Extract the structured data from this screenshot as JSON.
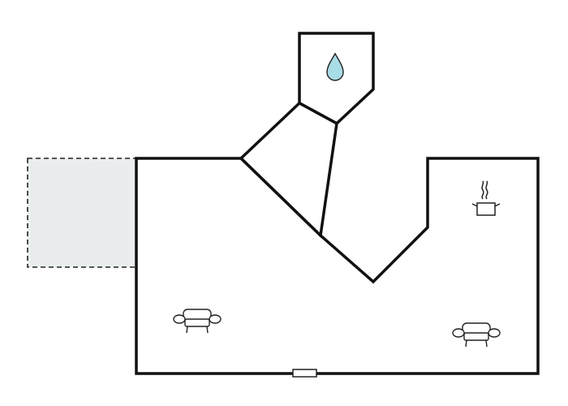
{
  "floorplan": {
    "colors": {
      "background": "#ffffff",
      "wall": "#111111",
      "terrace_fill": "#e9eded",
      "terrace_border": "#222222",
      "water_drop": "#a9dde6",
      "icon_stroke": "#222222"
    },
    "rooms": [
      {
        "kind": "living-area",
        "shape": "main-hall"
      },
      {
        "kind": "bathroom",
        "shape": "pentagon",
        "icon": "water-drop-icon"
      },
      {
        "kind": "hallway",
        "shape": "quadrilateral"
      }
    ],
    "terrace": {
      "style": "dashed"
    },
    "furniture": [
      {
        "icon": "sofa-icon",
        "room": "living-area"
      },
      {
        "icon": "sofa-icon",
        "room": "living-area"
      },
      {
        "icon": "cooking-pot-icon",
        "room": "kitchen-corner"
      }
    ],
    "openings": [
      {
        "icon": "door-icon",
        "type": "entrance"
      }
    ]
  }
}
